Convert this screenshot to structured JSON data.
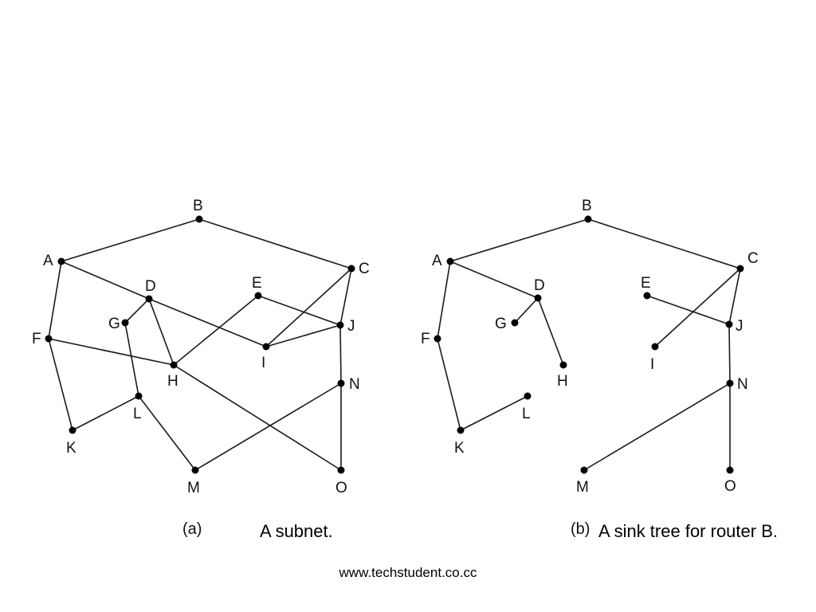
{
  "footer_url": "www.techstudent.co.cc",
  "panels": [
    {
      "id": "a",
      "tag": "(a)",
      "caption": "A subnet.",
      "nodes": [
        "A",
        "B",
        "C",
        "D",
        "E",
        "F",
        "G",
        "H",
        "I",
        "J",
        "K",
        "L",
        "M",
        "N",
        "O"
      ],
      "edges": [
        [
          "A",
          "B"
        ],
        [
          "B",
          "C"
        ],
        [
          "A",
          "D"
        ],
        [
          "A",
          "F"
        ],
        [
          "D",
          "G"
        ],
        [
          "D",
          "H"
        ],
        [
          "D",
          "I"
        ],
        [
          "E",
          "H"
        ],
        [
          "E",
          "J"
        ],
        [
          "C",
          "I"
        ],
        [
          "C",
          "J"
        ],
        [
          "I",
          "J"
        ],
        [
          "F",
          "H"
        ],
        [
          "F",
          "K"
        ],
        [
          "G",
          "L"
        ],
        [
          "K",
          "L"
        ],
        [
          "L",
          "M"
        ],
        [
          "H",
          "O"
        ],
        [
          "J",
          "N"
        ],
        [
          "M",
          "N"
        ],
        [
          "N",
          "O"
        ]
      ]
    },
    {
      "id": "b",
      "tag": "(b)",
      "caption": "A sink tree for router B.",
      "nodes": [
        "A",
        "B",
        "C",
        "D",
        "E",
        "F",
        "G",
        "H",
        "I",
        "J",
        "K",
        "L",
        "M",
        "N",
        "O"
      ],
      "edges": [
        [
          "A",
          "B"
        ],
        [
          "B",
          "C"
        ],
        [
          "A",
          "D"
        ],
        [
          "A",
          "F"
        ],
        [
          "D",
          "G"
        ],
        [
          "D",
          "H"
        ],
        [
          "E",
          "J"
        ],
        [
          "C",
          "I"
        ],
        [
          "C",
          "J"
        ],
        [
          "F",
          "K"
        ],
        [
          "K",
          "L"
        ],
        [
          "J",
          "N"
        ],
        [
          "M",
          "N"
        ],
        [
          "N",
          "O"
        ]
      ]
    }
  ]
}
